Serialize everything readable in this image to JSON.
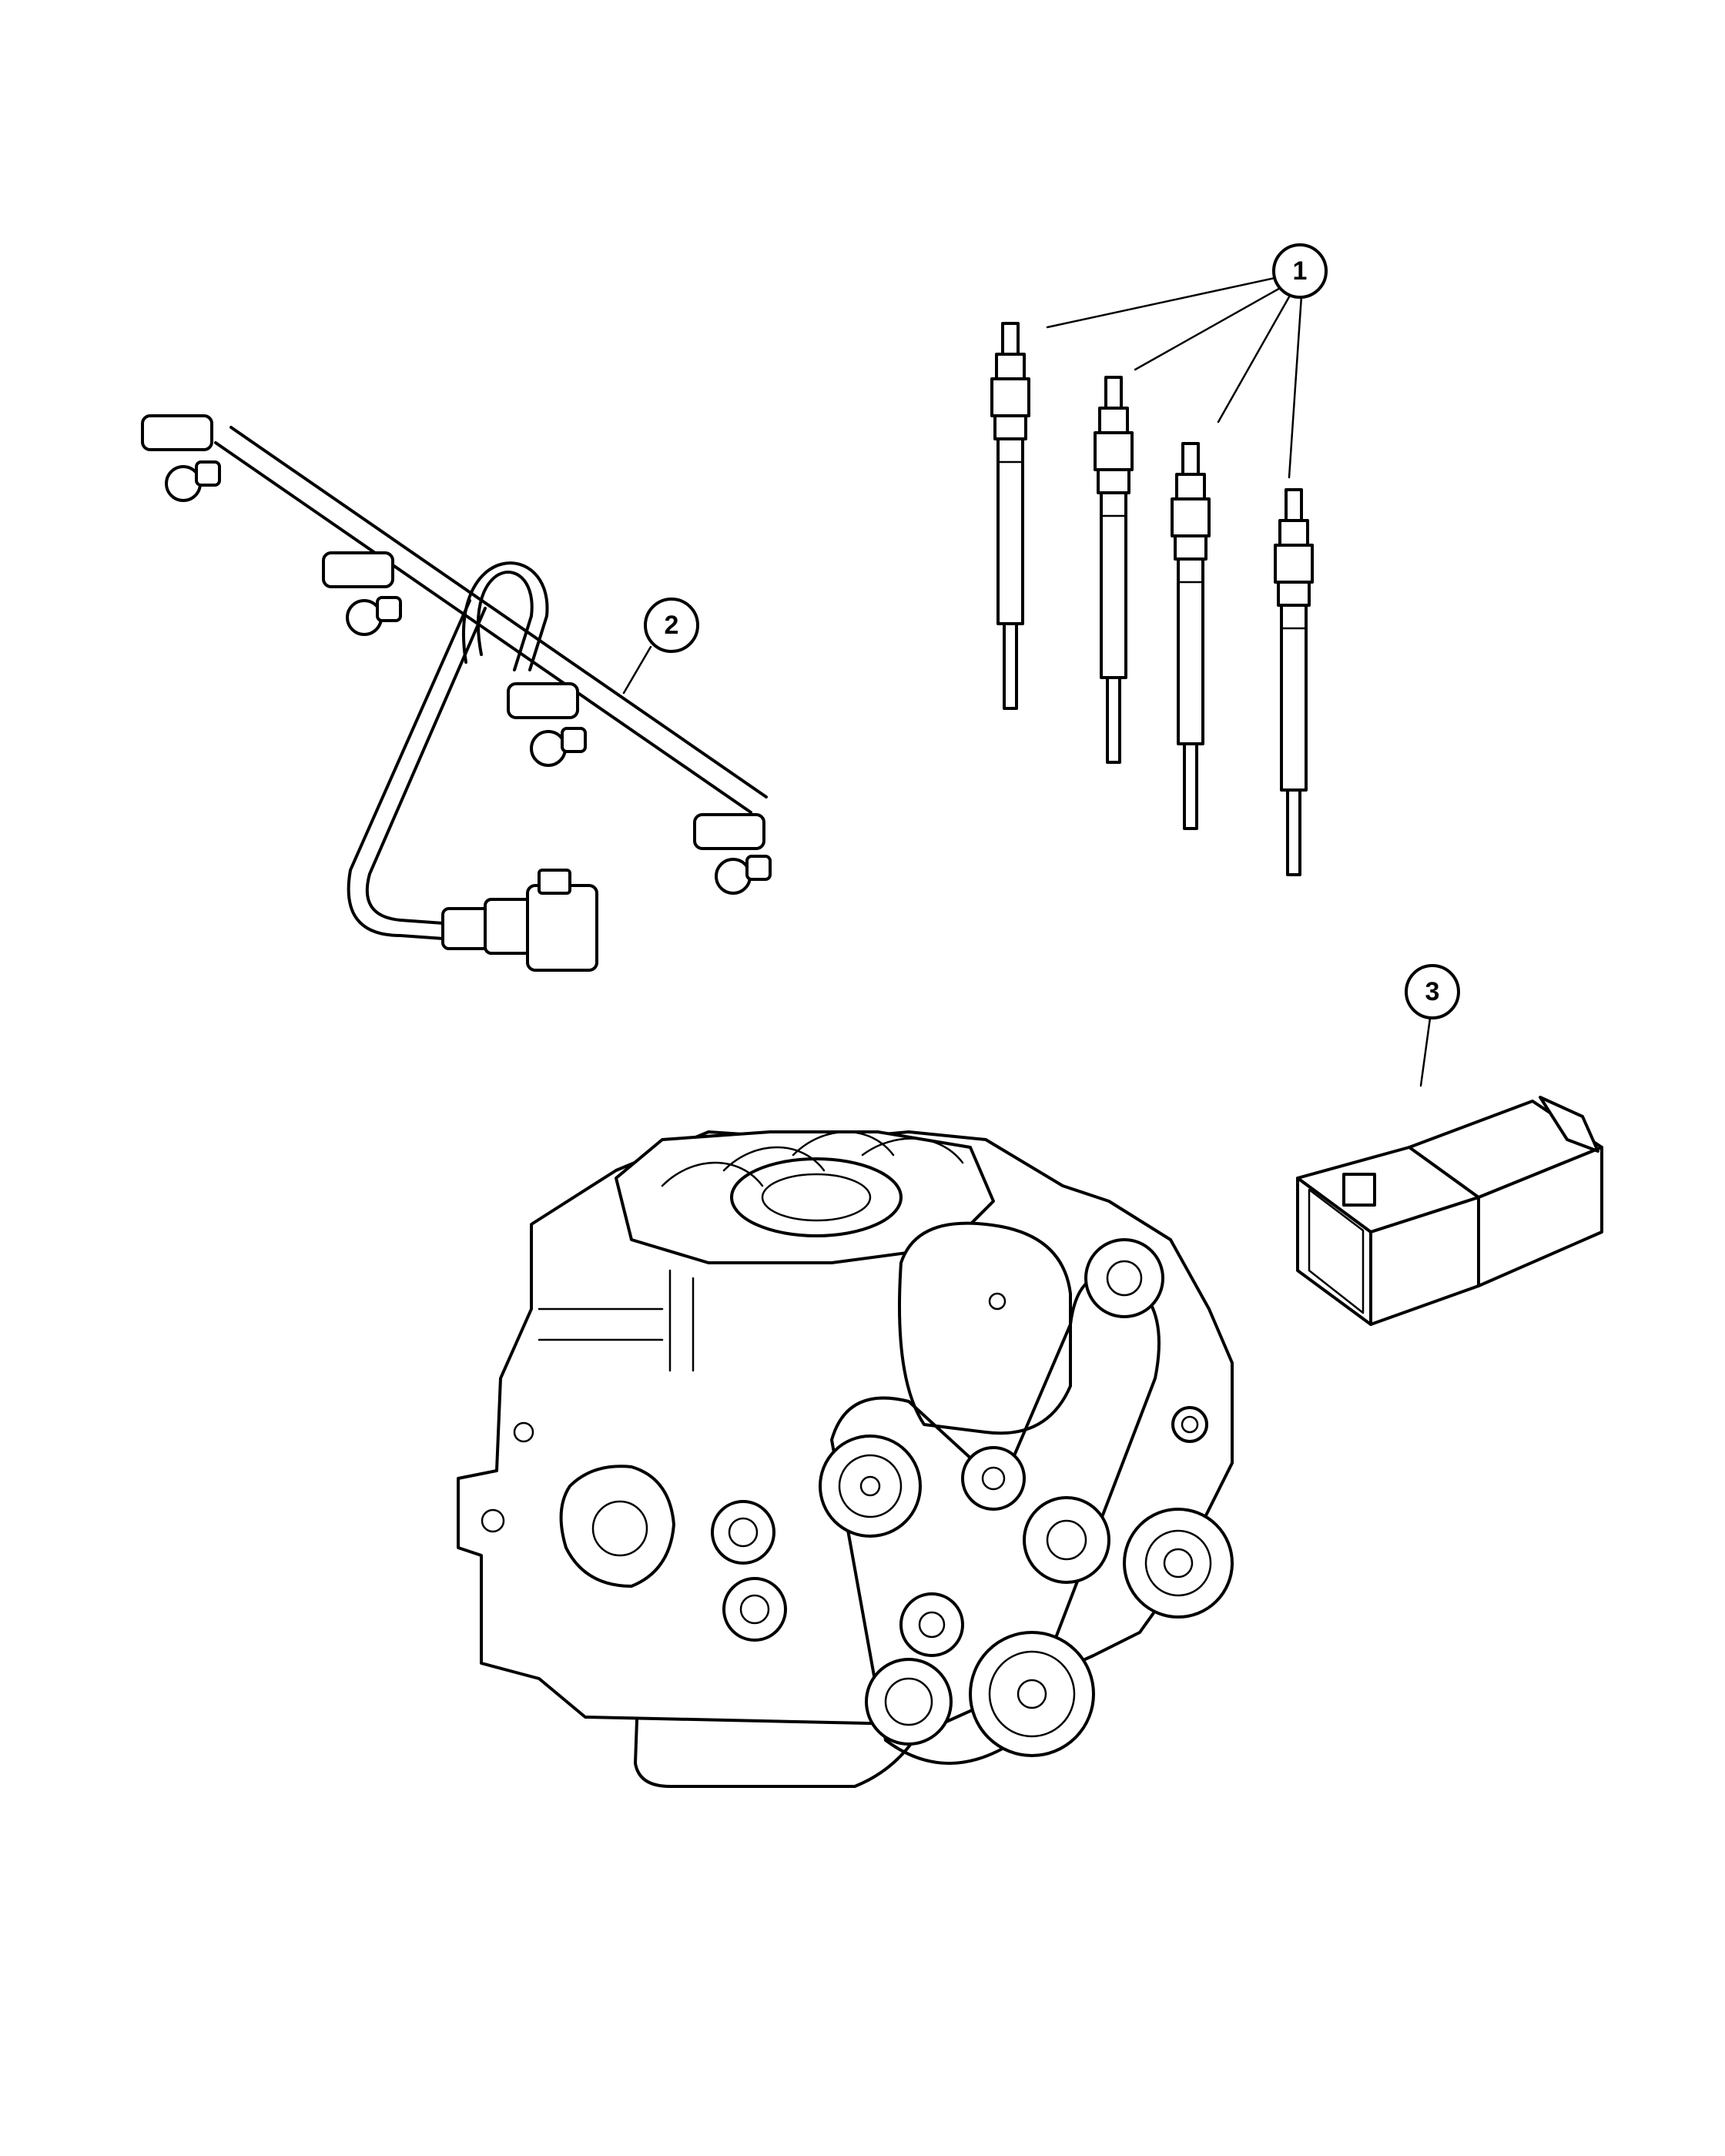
{
  "callouts": {
    "glow_plugs": "1",
    "wiring_harness": "2",
    "glow_plug_module": "3"
  }
}
